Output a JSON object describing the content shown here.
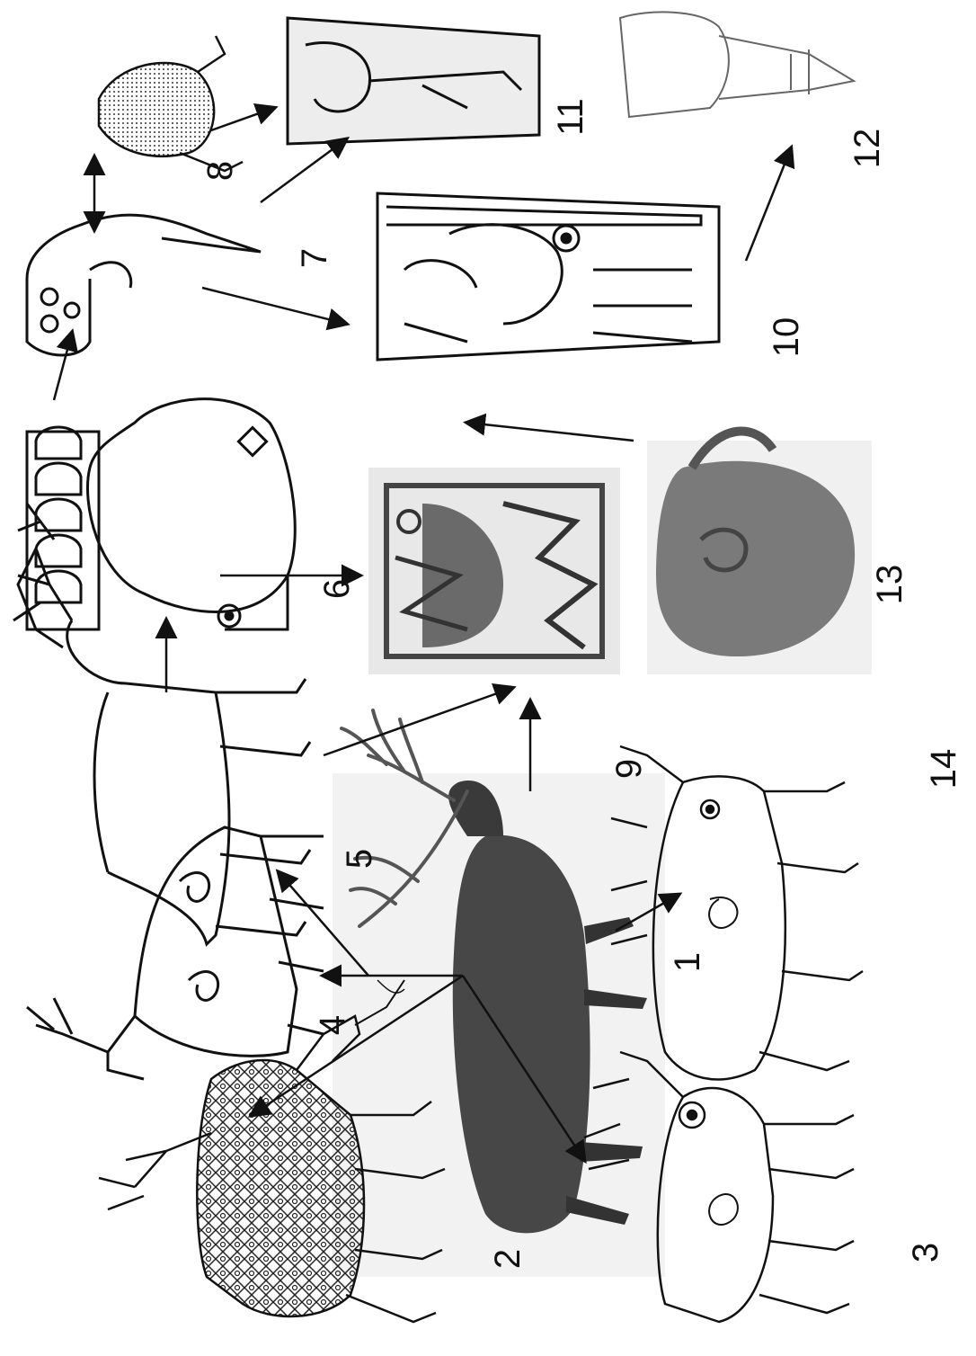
{
  "figure": {
    "labels": {
      "n1": "1",
      "n2": "2",
      "n3": "3",
      "n4": "4",
      "n5": "5",
      "n6": "6",
      "n7": "7",
      "n8": "8",
      "n9": "9",
      "n10": "10",
      "n11": "11",
      "n12": "12",
      "n13": "13",
      "n14": "14"
    },
    "colors": {
      "ink": "#111111",
      "photo_dark": "#3f3f3f",
      "photo_mid": "#7d7d7d",
      "bronze_bg": "#d6d6d6"
    }
  }
}
